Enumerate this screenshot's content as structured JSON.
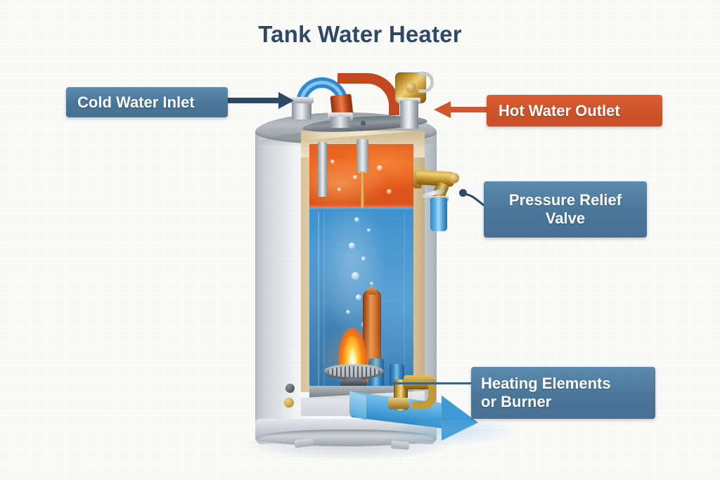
{
  "page": {
    "title": "Tank Water Heater",
    "background_color": "#fbfbfa",
    "title_color": "#2f4a66"
  },
  "labels": {
    "cold_water_inlet": {
      "text": "Cold Water Inlet",
      "color": "#4a7799",
      "arrow_color": "#2d4a66",
      "arrow_direction": "right"
    },
    "hot_water_outlet": {
      "text": "Hot Water Outlet",
      "color": "#cf5329",
      "arrow_color": "#d3552c",
      "arrow_direction": "left"
    },
    "pressure_relief_valve": {
      "line1": "Pressure Relief",
      "line2": "Valve",
      "color": "#4a7799",
      "leader_color": "#2d4a66"
    },
    "heating_elements": {
      "line1": "Heating Elements",
      "line2": "or Burner",
      "color": "#4a7799",
      "leader_color": "#3c6485"
    }
  },
  "diagram": {
    "subject": "tank-water-heater-cutaway",
    "parts": [
      "cold-water-inlet-pipe",
      "hot-water-outlet-pipe",
      "brass-shutoff-valve",
      "tank-shell",
      "insulation-layer",
      "hot-water-layer",
      "cold-water-layer",
      "dip-tube",
      "anode-rod",
      "gas-burner",
      "burner-flame",
      "temperature-pressure-relief-valve",
      "discharge-tube",
      "drain-valve",
      "water-outflow-arrow",
      "tank-base-ring",
      "tank-feet"
    ],
    "colors": {
      "hot_water": "#e8601f",
      "cold_water": "#4e9bd2",
      "copper": "#c5491f",
      "brass": "#c79b33",
      "steel": "#b8bec4",
      "insulation": "#e8dabb",
      "flame": "#ffa41d",
      "outflow": "#4ea7de"
    }
  }
}
